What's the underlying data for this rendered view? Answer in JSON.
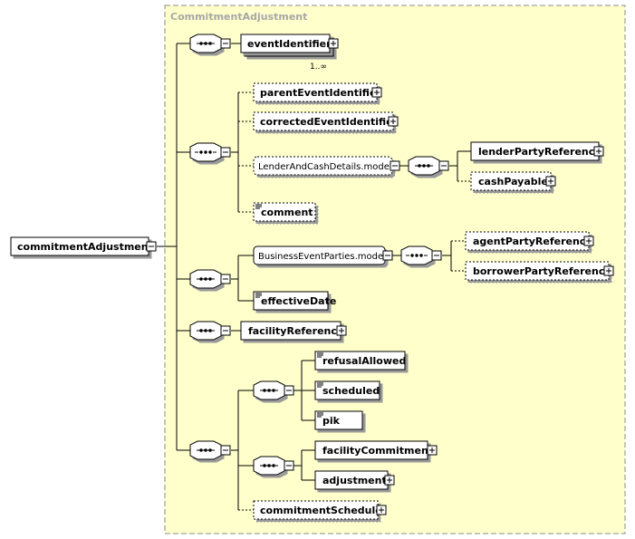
{
  "diagram": {
    "container_title": "CommitmentAdjustment",
    "root": "commitmentAdjustment",
    "elements": {
      "eventIdentifier": "eventIdentifier",
      "eventIdentifier_card": "1..∞",
      "parentEventIdentifier": "parentEventIdentifier",
      "correctedEventIdentifier": "correctedEventIdentifier",
      "lenderAndCashDetails": "LenderAndCashDetails.model",
      "lenderPartyReference": "lenderPartyReference",
      "cashPayable": "cashPayable",
      "comment": "comment",
      "businessEventParties": "BusinessEventParties.model",
      "agentPartyReference": "agentPartyReference",
      "borrowerPartyReference": "borrowerPartyReference",
      "effectiveDate": "effectiveDate",
      "facilityReference": "facilityReference",
      "refusalAllowed": "refusalAllowed",
      "scheduled": "scheduled",
      "pik": "pik",
      "facilityCommitment": "facilityCommitment",
      "adjustment": "adjustment",
      "commitmentSchedule": "commitmentSchedule"
    }
  }
}
